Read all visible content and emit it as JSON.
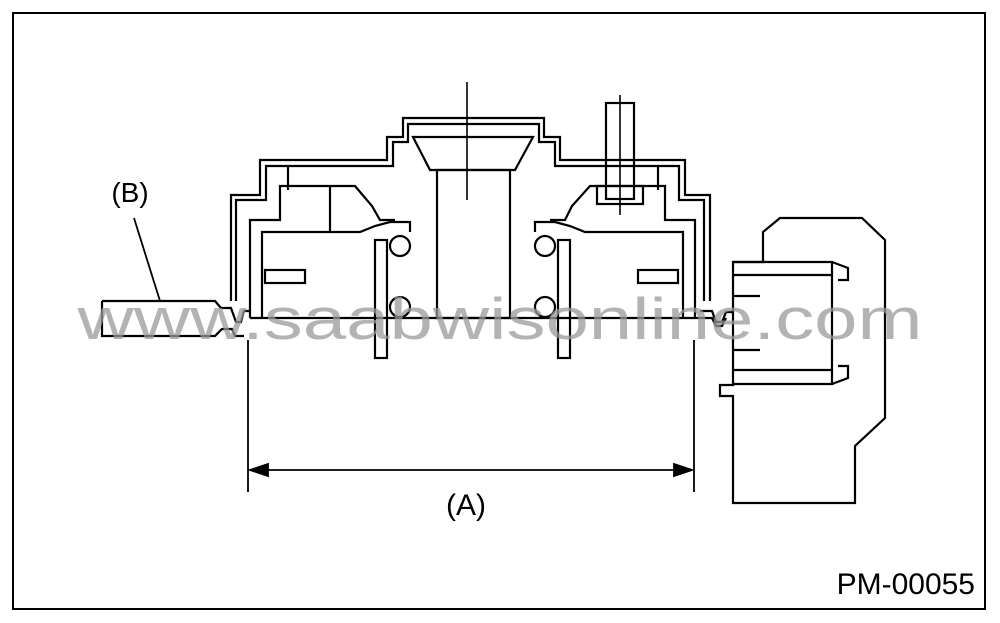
{
  "labels": {
    "dimension": "(A)",
    "pointer": "(B)",
    "figure_id": "PM-00055"
  },
  "watermark": "www.saabwisonline.com",
  "colors": {
    "line": "#000000",
    "watermark": "#9a9a9a",
    "background": "#ffffff"
  }
}
